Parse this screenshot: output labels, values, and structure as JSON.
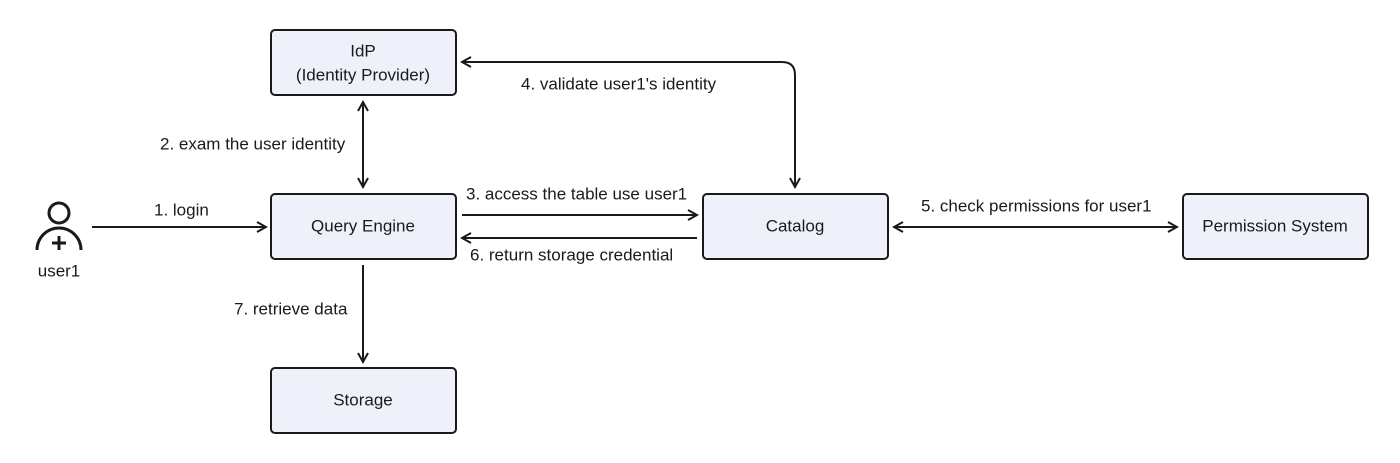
{
  "actor": {
    "name": "user1",
    "icon": "user-add-icon"
  },
  "nodes": {
    "idp": {
      "line1": "IdP",
      "line2": "(Identity Provider)"
    },
    "query_engine": {
      "label": "Query Engine"
    },
    "catalog": {
      "label": "Catalog"
    },
    "permission_system": {
      "label": "Permission System"
    },
    "storage": {
      "label": "Storage"
    }
  },
  "edges": {
    "login": "1. login",
    "exam_identity": "2. exam the user identity",
    "access_table": "3. access the table use user1",
    "validate_identity": "4. validate user1's identity",
    "check_permissions": "5. check permissions for user1",
    "return_credential": "6. return storage credential",
    "retrieve_data": "7. retrieve data"
  },
  "colors": {
    "box_fill": "#eef1fa",
    "stroke": "#1a1a1a"
  }
}
